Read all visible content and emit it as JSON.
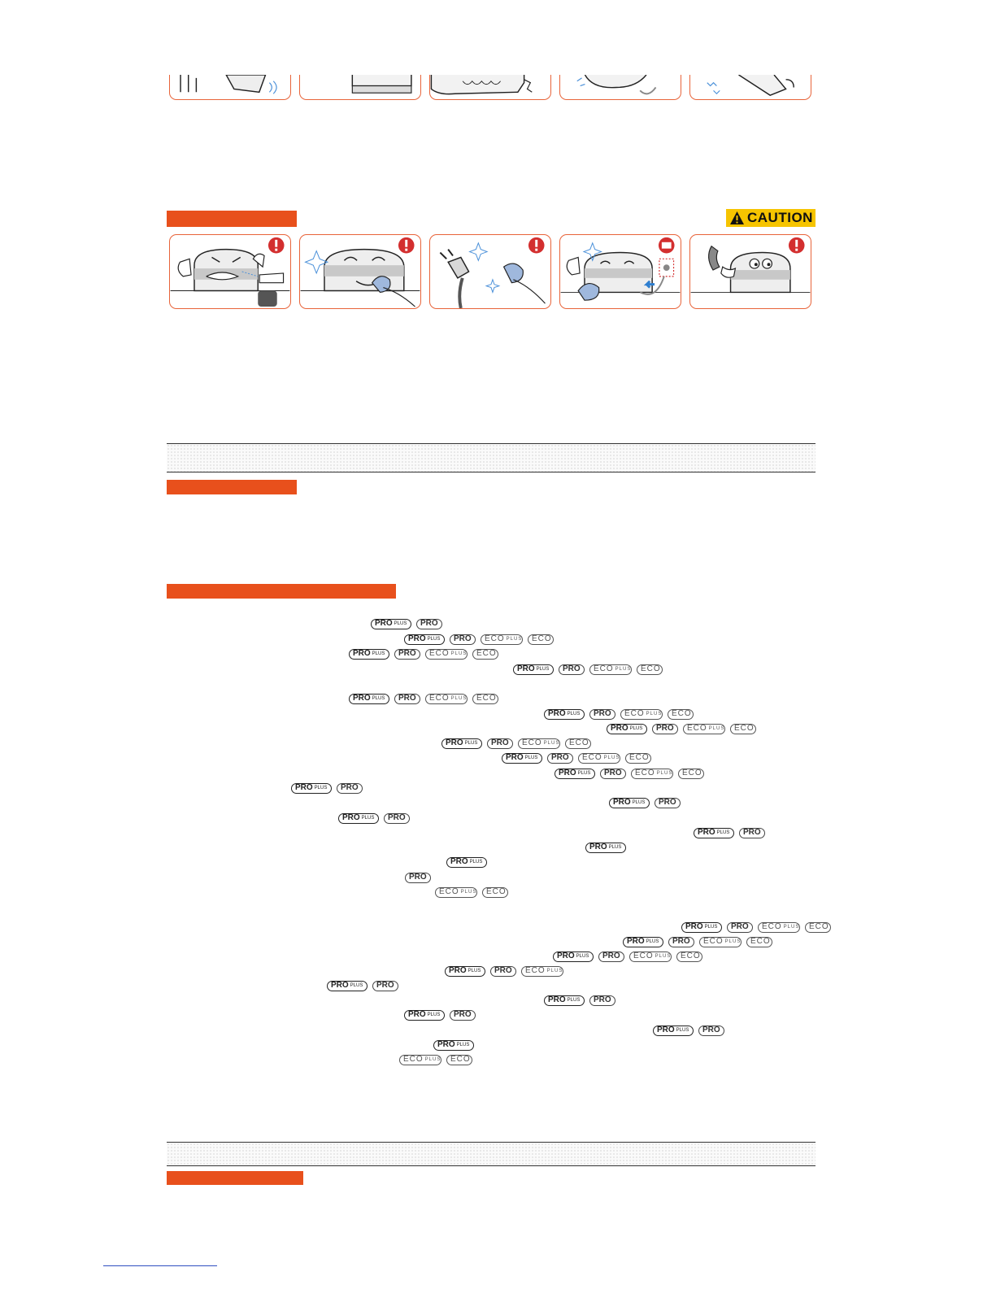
{
  "caution": {
    "label": "CAUTION"
  },
  "badges": {
    "pro_plus": "PRO",
    "pro": "PRO",
    "eco_plus": "ECO",
    "eco": "ECO",
    "plus_sup": "PLUS"
  },
  "badge_rows": [
    [
      "pro_plus",
      "pro"
    ],
    [
      "pro_plus",
      "pro",
      "eco_plus",
      "eco"
    ],
    [
      "pro_plus",
      "pro",
      "eco_plus",
      "eco"
    ],
    [
      "pro_plus",
      "pro",
      "eco_plus",
      "eco"
    ],
    [
      "pro_plus",
      "pro",
      "eco_plus",
      "eco"
    ],
    [
      "pro_plus",
      "pro",
      "eco_plus",
      "eco"
    ],
    [
      "pro_plus",
      "pro",
      "eco_plus",
      "eco"
    ],
    [
      "pro_plus",
      "pro",
      "eco_plus",
      "eco"
    ],
    [
      "pro_plus",
      "pro",
      "eco_plus",
      "eco"
    ],
    [
      "pro_plus",
      "pro",
      "eco_plus",
      "eco"
    ],
    [
      "pro_plus",
      "pro"
    ],
    [
      "pro_plus",
      "pro"
    ],
    [
      "pro_plus",
      "pro"
    ],
    [
      "pro_plus",
      "pro"
    ],
    [
      "pro_plus"
    ],
    [
      "pro_plus"
    ],
    [
      "pro"
    ],
    [
      "eco_plus",
      "eco"
    ],
    [
      "pro_plus",
      "pro",
      "eco_plus",
      "eco"
    ],
    [
      "pro_plus",
      "pro",
      "eco_plus",
      "eco"
    ],
    [
      "pro_plus",
      "pro",
      "eco_plus",
      "eco"
    ],
    [
      "pro_plus",
      "pro",
      "eco_plus"
    ],
    [
      "pro_plus",
      "pro"
    ],
    [
      "pro_plus",
      "pro"
    ],
    [
      "pro_plus",
      "pro"
    ],
    [
      "pro_plus",
      "pro"
    ],
    [
      "pro_plus"
    ],
    [
      "eco_plus",
      "eco"
    ]
  ]
}
